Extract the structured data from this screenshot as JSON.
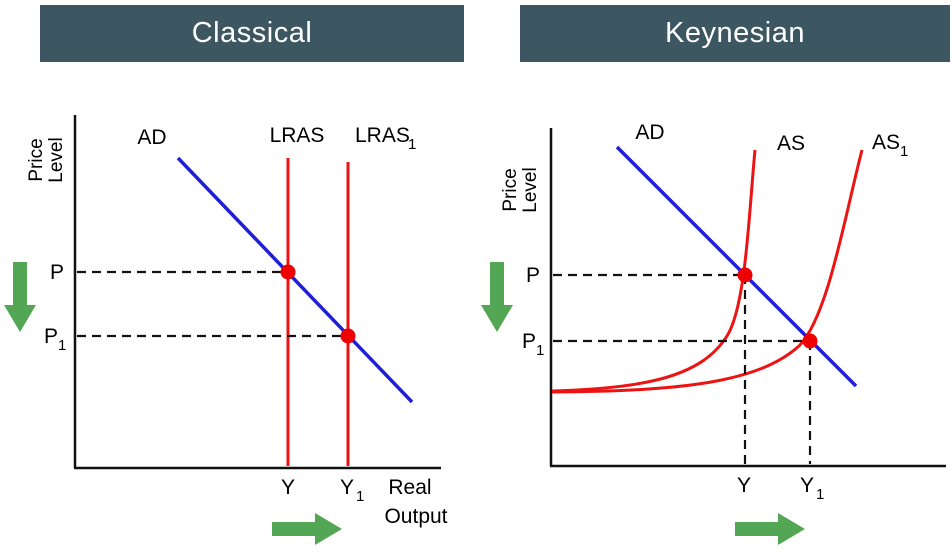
{
  "colors": {
    "header_bg": "#3c5662",
    "header_text": "#ffffff",
    "ad_line": "#1f1fd8",
    "supply_line": "#ee1313",
    "dot": "#ee0000",
    "arrow_green": "#53a653",
    "dashed_line": "#111111"
  },
  "classical": {
    "title": "Classical",
    "y_axis": {
      "line1": "Price",
      "line2": "Level"
    },
    "labels": {
      "ad": "AD",
      "lras": "LRAS",
      "lras1_base": "LRAS",
      "lras1_sub": "1",
      "p": "P",
      "p1_base": "P",
      "p1_sub": "1",
      "y": "Y",
      "y1_base": "Y",
      "y1_sub": "1",
      "x_axis_line1": "Real",
      "x_axis_line2": "Output"
    }
  },
  "keynesian": {
    "title": "Keynesian",
    "y_axis": {
      "line1": "Price",
      "line2": "Level"
    },
    "labels": {
      "ad": "AD",
      "as": "AS",
      "as1_base": "AS",
      "as1_sub": "1",
      "p": "P",
      "p1_base": "P",
      "p1_sub": "1",
      "y": "Y",
      "y1_base": "Y",
      "y1_sub": "1"
    }
  }
}
